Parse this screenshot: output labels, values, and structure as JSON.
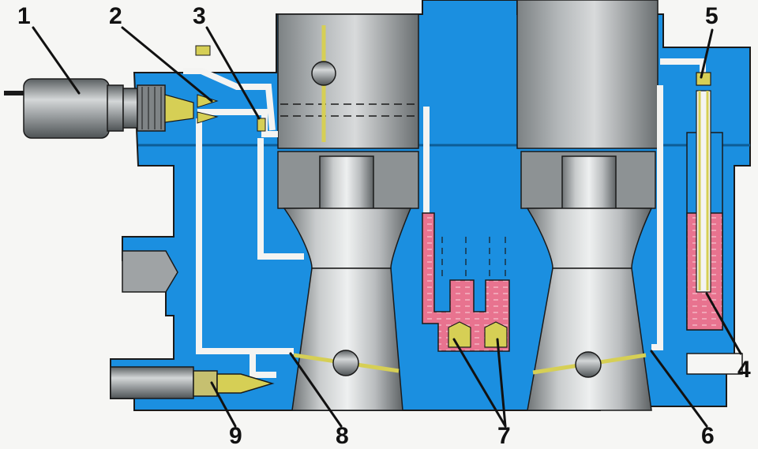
{
  "diagram": {
    "colors": {
      "body": "#1b8fe0",
      "chamber": "#a8acae",
      "channel": "#f4f4f2",
      "fuel": "#e8738f",
      "brass": "#d6cf55",
      "outline": "#1a1a1a"
    },
    "callouts": [
      {
        "id": "1",
        "label": "1"
      },
      {
        "id": "2",
        "label": "2"
      },
      {
        "id": "3",
        "label": "3"
      },
      {
        "id": "4",
        "label": "4"
      },
      {
        "id": "5",
        "label": "5"
      },
      {
        "id": "6",
        "label": "6"
      },
      {
        "id": "7",
        "label": "7"
      },
      {
        "id": "8",
        "label": "8"
      },
      {
        "id": "9",
        "label": "9"
      }
    ]
  }
}
